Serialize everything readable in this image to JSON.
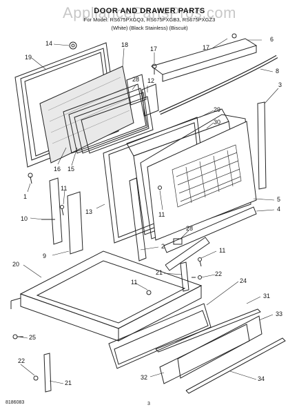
{
  "header": {
    "title": "DOOR AND DRAWER PARTS",
    "models": "For Model: RS675PXGQ3, RS675PXGB3, RS675PXGZ3",
    "colors": "(White)   (Black Stainless)   (Biscuit)"
  },
  "watermark": "AppliancePartsPros.com",
  "footer": {
    "code": "8186083",
    "page": "3"
  },
  "callouts": [
    "14",
    "19",
    "18",
    "17",
    "6",
    "17",
    "8",
    "3",
    "28",
    "12",
    "29",
    "30",
    "16",
    "15",
    "13",
    "11",
    "1",
    "10",
    "11",
    "9",
    "5",
    "4",
    "28",
    "2",
    "11",
    "20",
    "21",
    "22",
    "11",
    "24",
    "31",
    "25",
    "33",
    "22",
    "21",
    "32",
    "34"
  ]
}
